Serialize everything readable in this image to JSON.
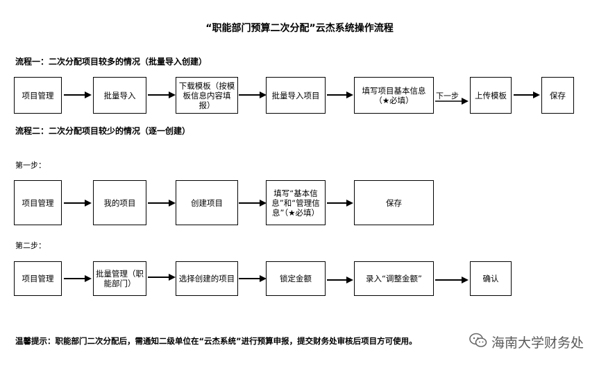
{
  "title": "“职能部门预算二次分配”云杰系统操作流程",
  "flow1": {
    "heading": "流程一：二次分配项目较多的情况（批量导入创建）",
    "boxes": [
      "项目管理",
      "批量导入",
      "下载模板（按模板信息内容填报）",
      "批量导入项目",
      "填写项目基本信息（★必填）",
      "上传模板",
      "保存"
    ],
    "next_label": "下一步"
  },
  "flow2": {
    "heading": "流程二：二次分配项目较少的情况（逐一创建）",
    "step1": {
      "label": "第一步：",
      "boxes": [
        "项目管理",
        "我的项目",
        "创建项目",
        "填写“基本信息”和“管理信息”（★必填）",
        "保存"
      ]
    },
    "step2": {
      "label": "第二步：",
      "boxes": [
        "项目管理",
        "批量管理（职能部门）",
        "选择创建的项目",
        "锁定金额",
        "录入“调整金额”",
        "确认"
      ]
    }
  },
  "tip": "温馨提示：职能部门二次分配后，需通知二级单位在“云杰系统”进行预算申报，提交财务处审核后项目方可使用。",
  "watermark": {
    "icon": "wechat-icon",
    "text": "海南大学财务处"
  }
}
